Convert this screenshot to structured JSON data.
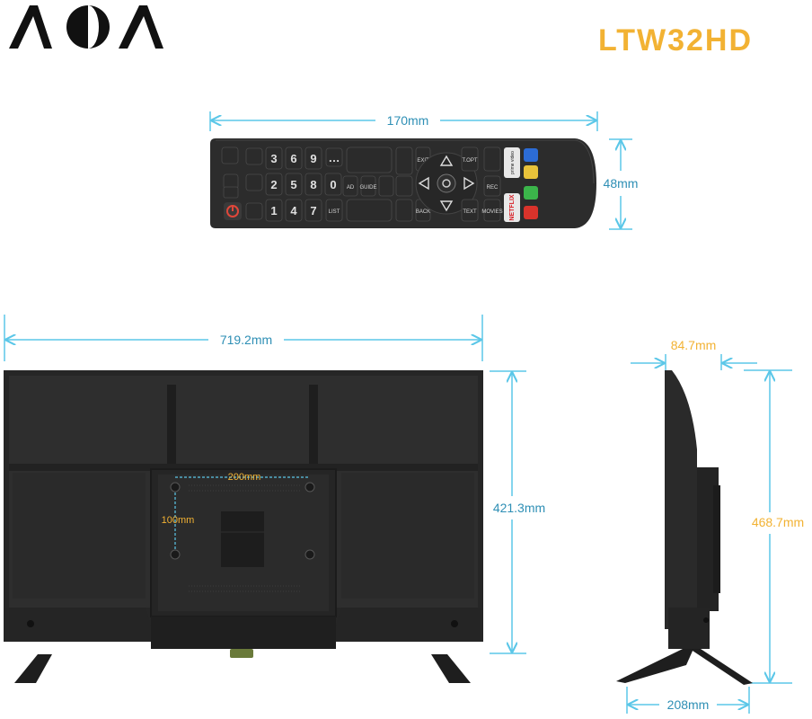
{
  "brand": {
    "logo_text": "AOA"
  },
  "product": {
    "model": "LTW32HD"
  },
  "colors": {
    "accent": "#F2B233",
    "dimension_line": "#5BC7E8",
    "dimension_text": "#2E8FB5",
    "device_body": "#2a2a2a"
  },
  "dimensions": {
    "remote_width": "170mm",
    "remote_height": "48mm",
    "tv_width": "719.2mm",
    "tv_screen_height": "421.3mm",
    "tv_depth": "84.7mm",
    "tv_total_height": "468.7mm",
    "stand_depth": "208mm",
    "vesa_horizontal": "200mm",
    "vesa_vertical": "100mm"
  },
  "remote": {
    "number_keys": [
      "3",
      "6",
      "9",
      "2",
      "5",
      "8",
      "0",
      "1",
      "4",
      "7"
    ],
    "key_labels": [
      "…",
      "EXIT",
      "T.OPT",
      "AD",
      "GUIDE",
      "REC",
      "LIST",
      "BACK",
      "TEXT",
      "MOVIES"
    ],
    "streaming_buttons": [
      "prime video",
      "NETFLIX"
    ]
  }
}
